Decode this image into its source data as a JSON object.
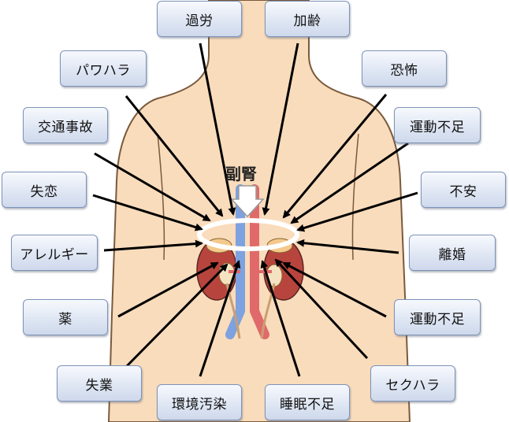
{
  "title": "副腎",
  "stressors": [
    "過労",
    "加齢",
    "パワハラ",
    "恐怖",
    "交通事故",
    "運動不足",
    "失恋",
    "不安",
    "アレルギー",
    "離婚",
    "薬",
    "運動不足",
    "失業",
    "環境汚染",
    "睡眠不足",
    "セクハラ"
  ],
  "colors": {
    "skin": "#f9dcbc",
    "outline": "#7a5a3c",
    "box_fill": "#dde5f3",
    "box_border": "#7d93b8",
    "arrow": "#000000",
    "kidney": "#b8443e",
    "vein": "#7ea1e0",
    "artery": "#e06a6a"
  }
}
